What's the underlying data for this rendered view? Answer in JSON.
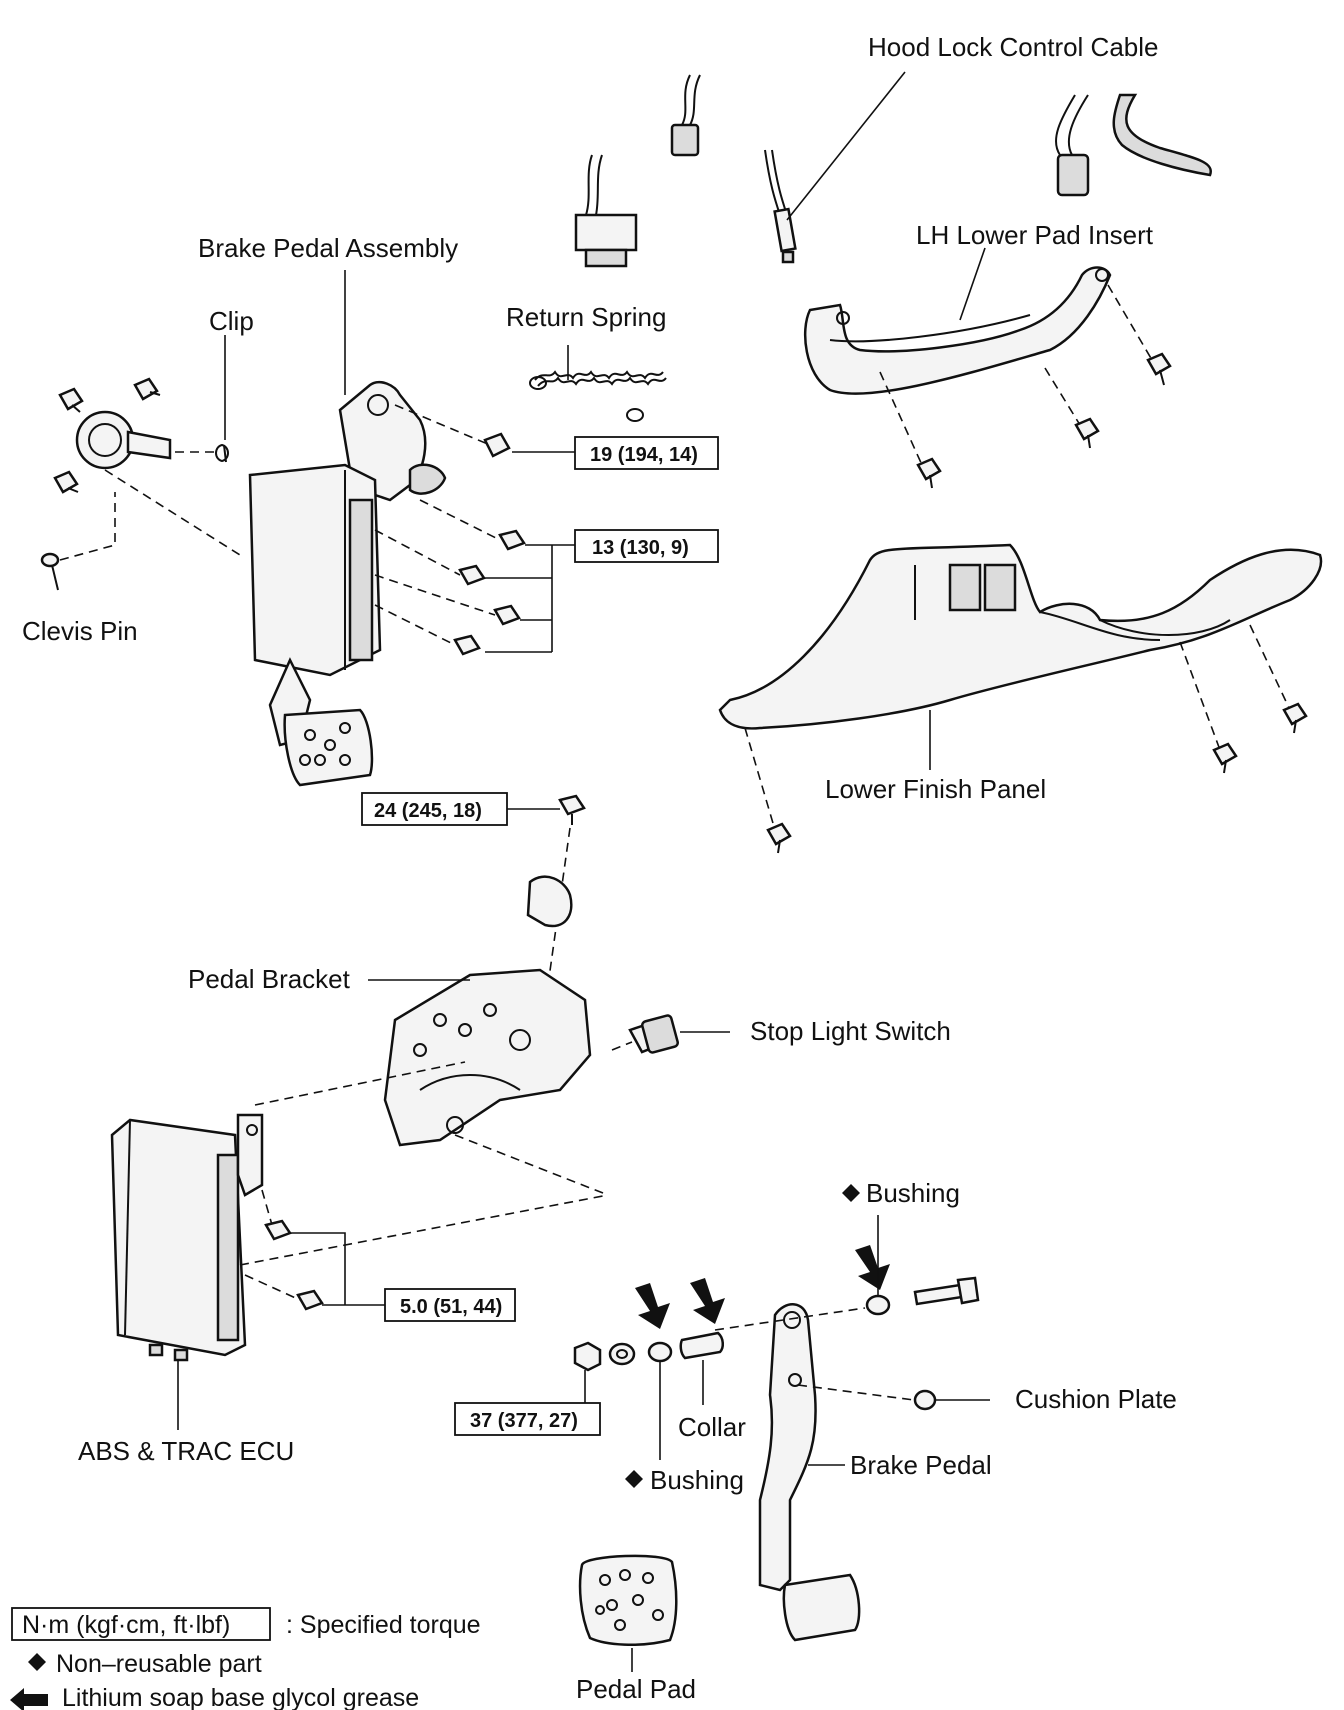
{
  "labels": {
    "hood_lock_control_cable": "Hood Lock Control Cable",
    "lh_lower_pad_insert": "LH Lower Pad Insert",
    "brake_pedal_assembly": "Brake Pedal Assembly",
    "return_spring": "Return Spring",
    "clip": "Clip",
    "clevis_pin": "Clevis Pin",
    "lower_finish_panel": "Lower Finish Panel",
    "pedal_bracket": "Pedal Bracket",
    "stop_light_switch": "Stop Light Switch",
    "abs_trac_ecu": "ABS & TRAC ECU",
    "bushing_upper": "Bushing",
    "bushing_lower": "Bushing",
    "collar": "Collar",
    "cushion_plate": "Cushion Plate",
    "brake_pedal": "Brake Pedal",
    "pedal_pad": "Pedal Pad"
  },
  "torques": {
    "t19": "19 (194, 14)",
    "t13": "13 (130, 9)",
    "t24": "24 (245, 18)",
    "t5": "5.0 (51, 44)",
    "t37": "37 (377, 27)"
  },
  "legend": {
    "torque_unit": "N·m (kgf·cm, ft·lbf)",
    "torque_desc": ": Specified torque",
    "non_reusable": "Non–reusable part",
    "grease": "Lithium soap base glycol grease"
  }
}
